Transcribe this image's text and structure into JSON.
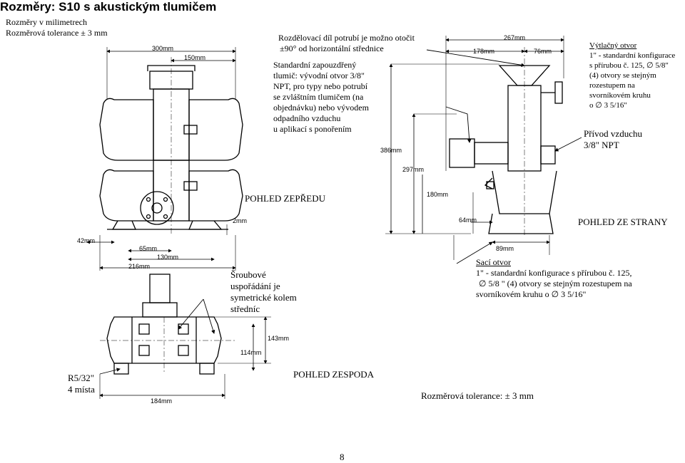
{
  "header": {
    "title": "Rozměry: S10 s akustickým tlumičem",
    "units_note": "Rozměry v milimetrech",
    "tolerance_note": "Rozměrová tolerance ± 3 mm"
  },
  "front_view": {
    "label": "POHLED ZEPŘEDU",
    "manifold_note": [
      "Rozdělovací díl potrubí je možno otočit",
      "±90° od horizontální střednice"
    ],
    "muffler_note": [
      "Standardní zapouzdřený",
      "tlumič: vývodní otvor 3/8\"",
      "NPT, pro typy nebo potrubí",
      "se zvláštním tlumičem (na",
      "objednávku) nebo vývodem",
      "odpadního vzduchu",
      "u aplikací s ponořením"
    ],
    "dims": {
      "d300": "300mm",
      "d150": "150mm",
      "d2": "2mm",
      "d42": "42mm",
      "d65": "65mm",
      "d130": "130mm",
      "d216": "216mm"
    }
  },
  "side_view": {
    "label": "POHLED ZE STRANY",
    "discharge_note": [
      "Výtlačný otvor",
      "1\" - standardní konfigurace",
      "s přírubou č. 125, ∅ 5/8\"",
      "(4) otvory se stejným",
      "rozestupem na",
      "svorníkovém kruhu",
      "o ∅ 3 5/16\""
    ],
    "air_inlet_note": [
      "Přívod vzduchu",
      "3/8\" NPT"
    ],
    "suction_note": [
      "Sací otvor",
      "1\" - standardní konfigurace s přírubou č. 125,",
      "∅ 5/8 \" (4) otvory se stejným rozestupem na",
      "svorníkovém kruhu o ∅ 3 5/16\""
    ],
    "dims": {
      "d267": "267mm",
      "d178": "178mm",
      "d76": "76mm",
      "d386": "386mm",
      "d297": "297mm",
      "d180": "180mm",
      "d64": "64mm",
      "d89": "89mm"
    }
  },
  "bottom_view": {
    "label": "POHLED ZESPODA",
    "bolt_note": [
      "Šroubové",
      "uspořádání je",
      "symetrické kolem",
      "středníc"
    ],
    "r_note": [
      "R5/32\"",
      "4 místa"
    ],
    "dims": {
      "d143": "143mm",
      "d114": "114mm",
      "d184": "184mm"
    }
  },
  "footer": {
    "tolerance": "Rozměrová tolerance: ± 3 mm",
    "page_number": "8"
  }
}
